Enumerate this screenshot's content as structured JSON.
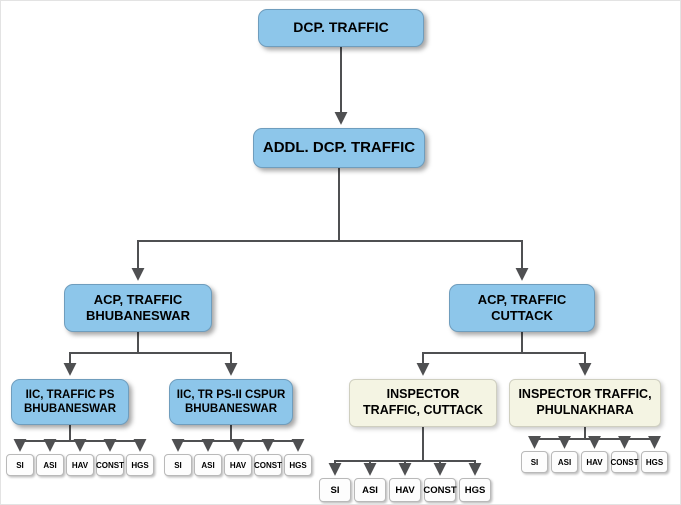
{
  "chart": {
    "nodes": {
      "dcp": {
        "label": "DCP. TRAFFIC"
      },
      "addl_dcp": {
        "label": "ADDL. DCP. TRAFFIC"
      },
      "acp_bhubaneswar": {
        "label": "ACP, TRAFFIC\nBHUBANESWAR"
      },
      "acp_cuttack": {
        "label": "ACP, TRAFFIC\nCUTTACK"
      },
      "iic_traffic_ps_bhubaneswar": {
        "label": "IIC, TRAFFIC PS\nBHUBANESWAR"
      },
      "iic_tr_ps2_cspur_bhubaneswar": {
        "label": "IIC, TR PS-II CSPUR\nBHUBANESWAR"
      },
      "inspector_traffic_cuttack": {
        "label": "INSPECTOR\nTRAFFIC, CUTTACK"
      },
      "inspector_traffic_phulnakhara": {
        "label": "INSPECTOR TRAFFIC,\nPHULNAKHARA"
      }
    },
    "ranks": [
      "SI",
      "ASI",
      "HAV",
      "CONST",
      "HGS"
    ],
    "colors": {
      "node_blue": "#8dc6ea",
      "node_cream": "#f4f4e3",
      "leaf_bg": "#fdfdfd",
      "connector": "#4f5052"
    }
  }
}
